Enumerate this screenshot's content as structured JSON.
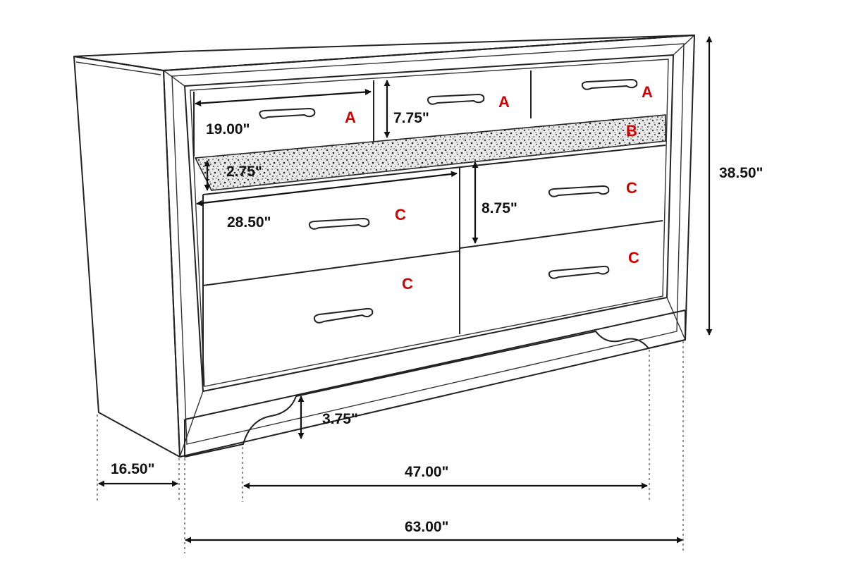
{
  "colors": {
    "label_color": "#d40000",
    "line_color": "#222222",
    "text_color": "#111111"
  },
  "dimensions": {
    "overall_height": "38.50\"",
    "overall_width": "63.00\"",
    "depth": "16.50\"",
    "base_inner_width": "47.00\"",
    "base_height": "3.75\"",
    "drawer_a_width": "19.00\"",
    "drawer_a_height": "7.75\"",
    "drawer_b_height": "2.75\"",
    "drawer_c_width": "28.50\"",
    "drawer_c_height": "8.75\""
  },
  "labels": {
    "a1": "A",
    "a2": "A",
    "a3": "A",
    "b": "B",
    "c1": "C",
    "c2": "C",
    "c3": "C",
    "c4": "C"
  }
}
